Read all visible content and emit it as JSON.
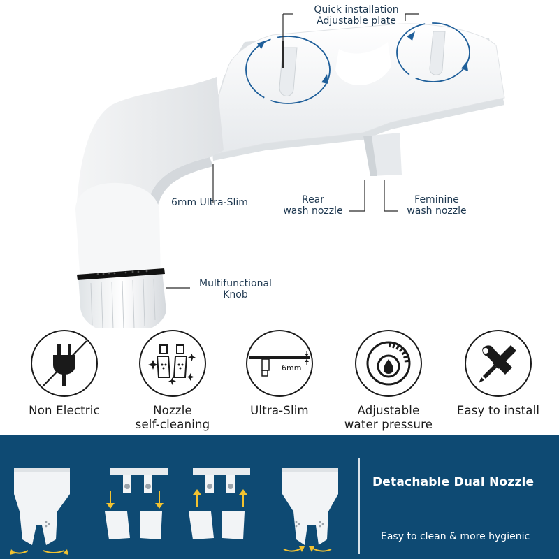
{
  "callouts": {
    "quick_install_line1": "Quick installation",
    "quick_install_line2": "Adjustable plate",
    "ultra_slim": "6mm Ultra-Slim",
    "rear_line1": "Rear",
    "rear_line2": "wash nozzle",
    "feminine_line1": "Feminine",
    "feminine_line2": "wash nozzle",
    "knob_line1": "Multifunctional",
    "knob_line2": "Knob"
  },
  "features": [
    {
      "line1": "Non Electric",
      "line2": "",
      "icon": "plug-crossed-icon"
    },
    {
      "line1": "Nozzle",
      "line2": "self-cleaning",
      "icon": "nozzle-clean-icon"
    },
    {
      "line1": "Ultra-Slim",
      "line2": "",
      "icon": "slim-profile-icon",
      "icon_text": "6mm"
    },
    {
      "line1": "Adjustable",
      "line2": "water pressure",
      "icon": "pressure-dial-icon"
    },
    {
      "line1": "Easy to install",
      "line2": "",
      "icon": "wrench-screwdriver-icon"
    }
  ],
  "banner": {
    "title": "Detachable Dual Nozzle",
    "subtitle": "Easy to clean & more hygienic"
  },
  "colors": {
    "navy": "#0e4a73",
    "text_dark": "#1e3850",
    "arrow_blue": "#1f5f9a",
    "arrow_yellow": "#f2c230"
  }
}
